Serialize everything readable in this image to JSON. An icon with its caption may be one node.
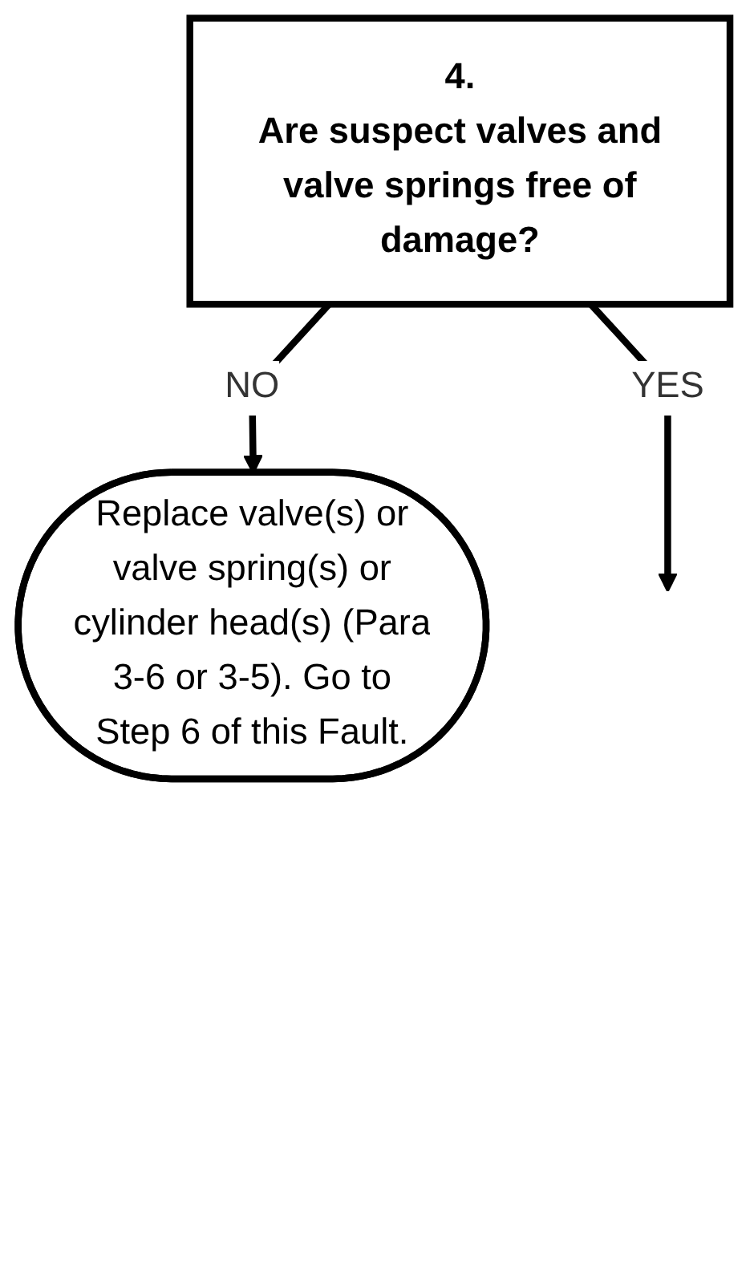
{
  "diagram": {
    "nodes": [
      {
        "text": [
          "4.",
          "Are suspect valves and valve springs free of damage?"
        ]
      },
      {
        "text": [
          "Replace valve(s) or valve spring(s) or cylinder head(s) (Para 3-6 or 3-5). Go to Step 6 of this Fault."
        ]
      }
    ],
    "edges": [
      {
        "from": 0,
        "to": 1,
        "label": "NO",
        "arrow": "to"
      },
      {
        "from": 0,
        "to": null,
        "label": "YES",
        "arrow": "to"
      }
    ]
  }
}
